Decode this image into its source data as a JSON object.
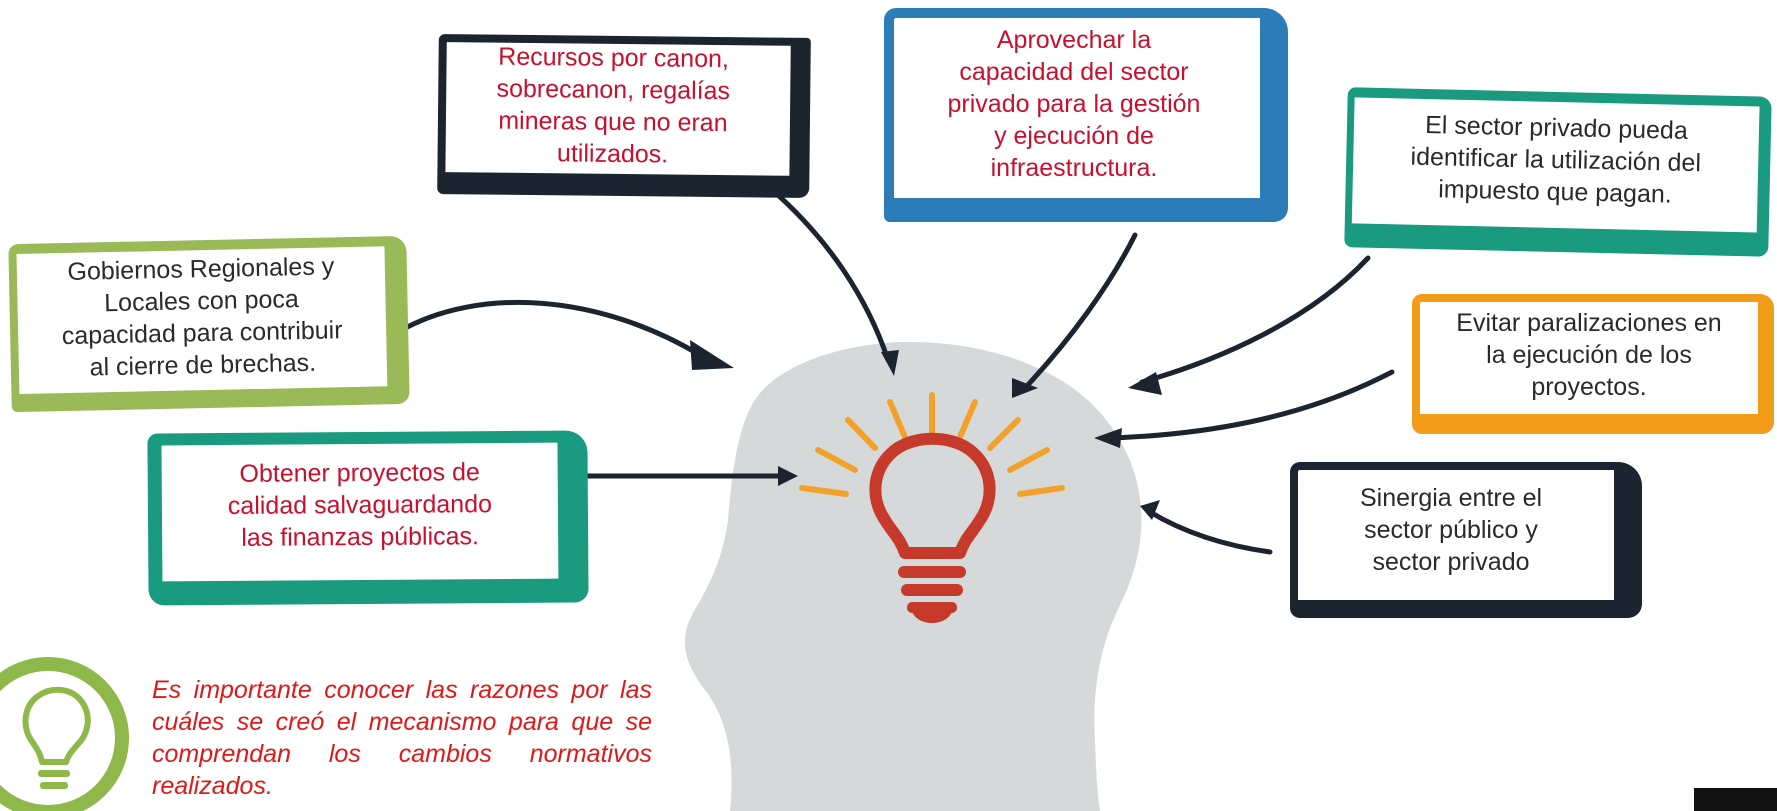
{
  "colors": {
    "head": "#d5d9da",
    "bulb": "#c63a2c",
    "rays": "#f2a22a",
    "arrow": "#1c2430",
    "dark_navy": "#1c2430",
    "blue": "#2b7cb8",
    "teal": "#1a9a7e",
    "olive_green": "#9aba58",
    "orange": "#f39c1a",
    "red_text": "#c8102e",
    "note_text": "#e01818"
  },
  "boxes": {
    "recursos": {
      "lines": [
        "Recursos por canon,",
        "sobrecanon, regalías",
        "mineras que no eran",
        "utilizados."
      ]
    },
    "aprovechar": {
      "lines": [
        "Aprovechar la",
        "capacidad del sector",
        "privado para la gestión",
        "y ejecución de",
        "infraestructura."
      ]
    },
    "sector_privado": {
      "lines": [
        "El sector privado pueda",
        "identificar la utilización del",
        "impuesto que pagan."
      ]
    },
    "gobiernos": {
      "lines": [
        "Gobiernos Regionales y",
        "Locales con poca",
        "capacidad para contribuir",
        "al cierre de brechas."
      ]
    },
    "evitar": {
      "lines": [
        "Evitar paralizaciones en",
        "la ejecución de los",
        "proyectos."
      ]
    },
    "obtener": {
      "lines": [
        "Obtener proyectos de",
        "calidad salvaguardando",
        "las finanzas públicas."
      ]
    },
    "sinergia": {
      "lines": [
        "Sinergia entre el",
        "sector público y",
        "sector privado"
      ]
    }
  },
  "note": {
    "text": "Es importante conocer las razones por las cuáles se creó el mecanismo para que se comprendan los cambios normativos realizados.",
    "icon": "lightbulb-icon",
    "icon_color": "#8fb84a"
  },
  "center_icon": "lightbulb-icon"
}
